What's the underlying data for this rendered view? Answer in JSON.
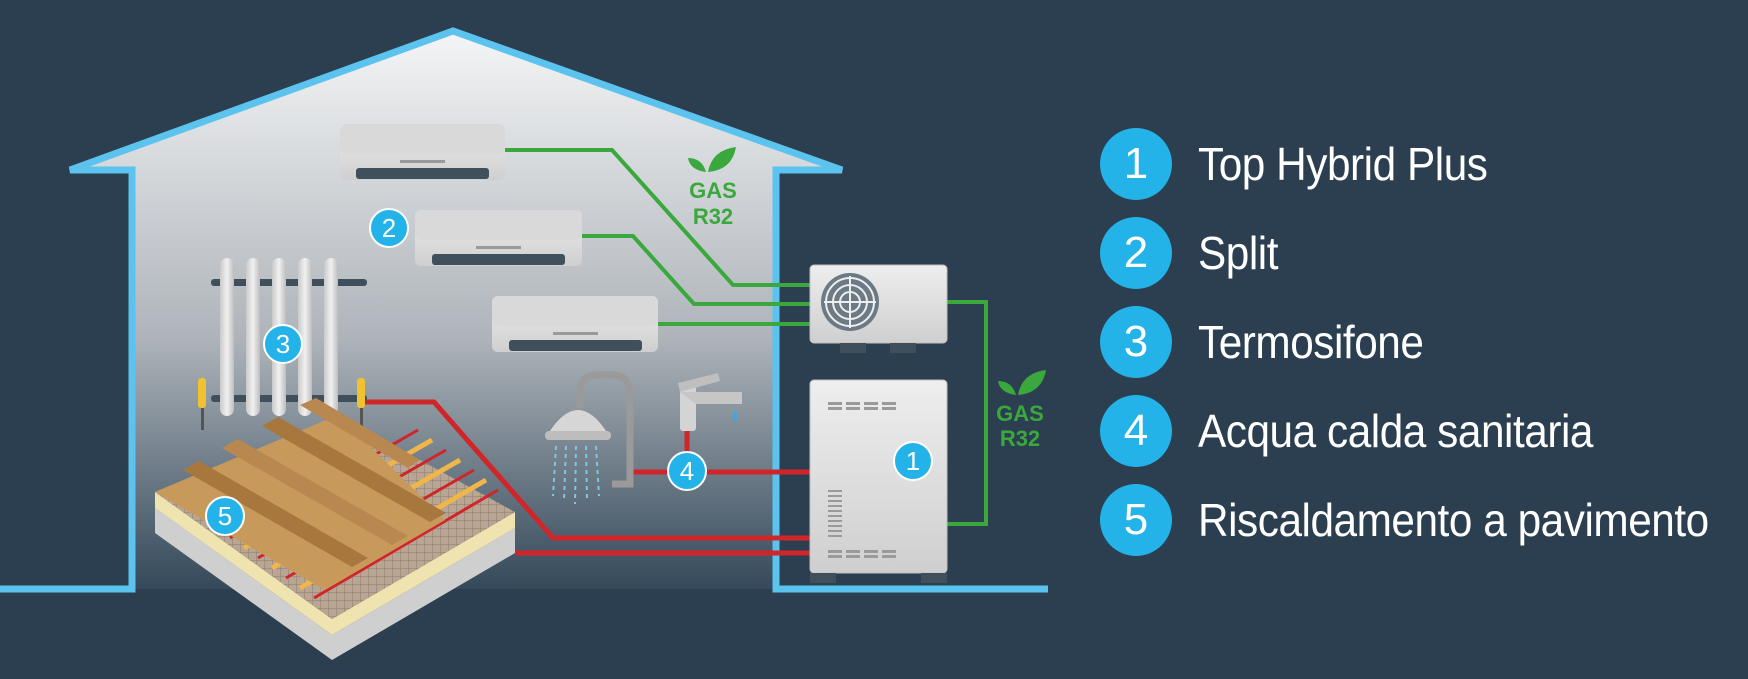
{
  "colors": {
    "background": "#2b3f50",
    "house_outline": "#5bc3ee",
    "badge": "#23b3e8",
    "refrigerant_line": "#3aa83d",
    "water_line": "#d0262a",
    "text": "#ffffff"
  },
  "markers": {
    "m1": "1",
    "m2": "2",
    "m3": "3",
    "m4": "4",
    "m5": "5"
  },
  "gas_labels": {
    "top": {
      "line1": "GAS",
      "line2": "R32",
      "icon": "leaf-icon"
    },
    "side": {
      "line1": "GAS",
      "line2": "R32",
      "icon": "leaf-icon"
    }
  },
  "legend": [
    {
      "number": "1",
      "label": "Top Hybrid Plus"
    },
    {
      "number": "2",
      "label": "Split"
    },
    {
      "number": "3",
      "label": "Termosifone"
    },
    {
      "number": "4",
      "label": "Acqua calda sanitaria"
    },
    {
      "number": "5",
      "label": "Riscaldamento a pavimento"
    }
  ]
}
